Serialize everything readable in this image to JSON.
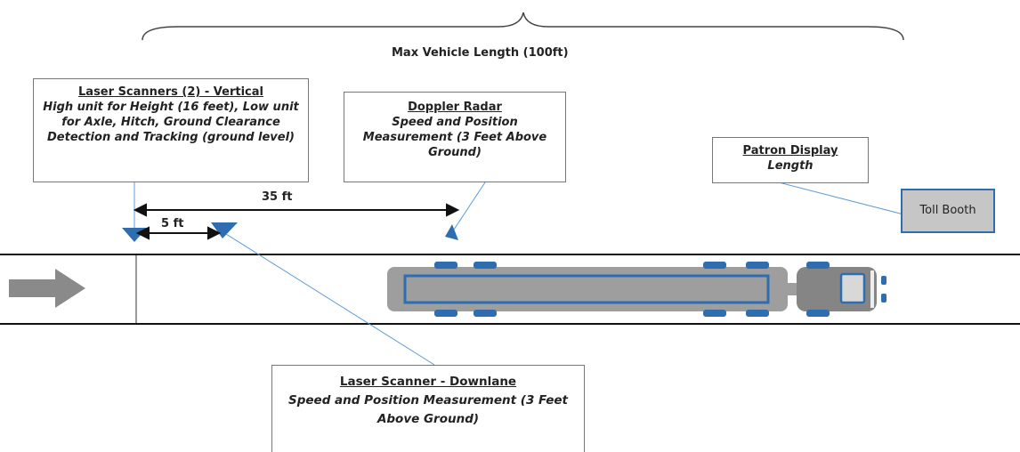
{
  "title": "Max Vehicle Length (100ft)",
  "callouts": {
    "vertical_scanners": {
      "heading": "Laser Scanners (2) - Vertical",
      "body": "High unit for Height (16 feet), Low unit for Axle, Hitch, Ground Clearance Detection and Tracking (ground level)"
    },
    "doppler_radar": {
      "heading": "Doppler Radar",
      "body": "Speed and Position Measurement (3 Feet Above Ground)"
    },
    "patron_display": {
      "heading": "Patron Display",
      "body": "Length"
    },
    "downlane_scanner": {
      "heading": "Laser Scanner - Downlane",
      "body": "Speed and Position Measurement (3 Feet Above Ground)"
    }
  },
  "dimensions": {
    "long": "35 ft",
    "short": "5 ft"
  },
  "toll_booth": "Toll Booth",
  "colors": {
    "sensor": "#2e6db0",
    "truck_body": "#9e9e9e",
    "lane_line": "#111111",
    "arrow": "#8a8a8a"
  }
}
